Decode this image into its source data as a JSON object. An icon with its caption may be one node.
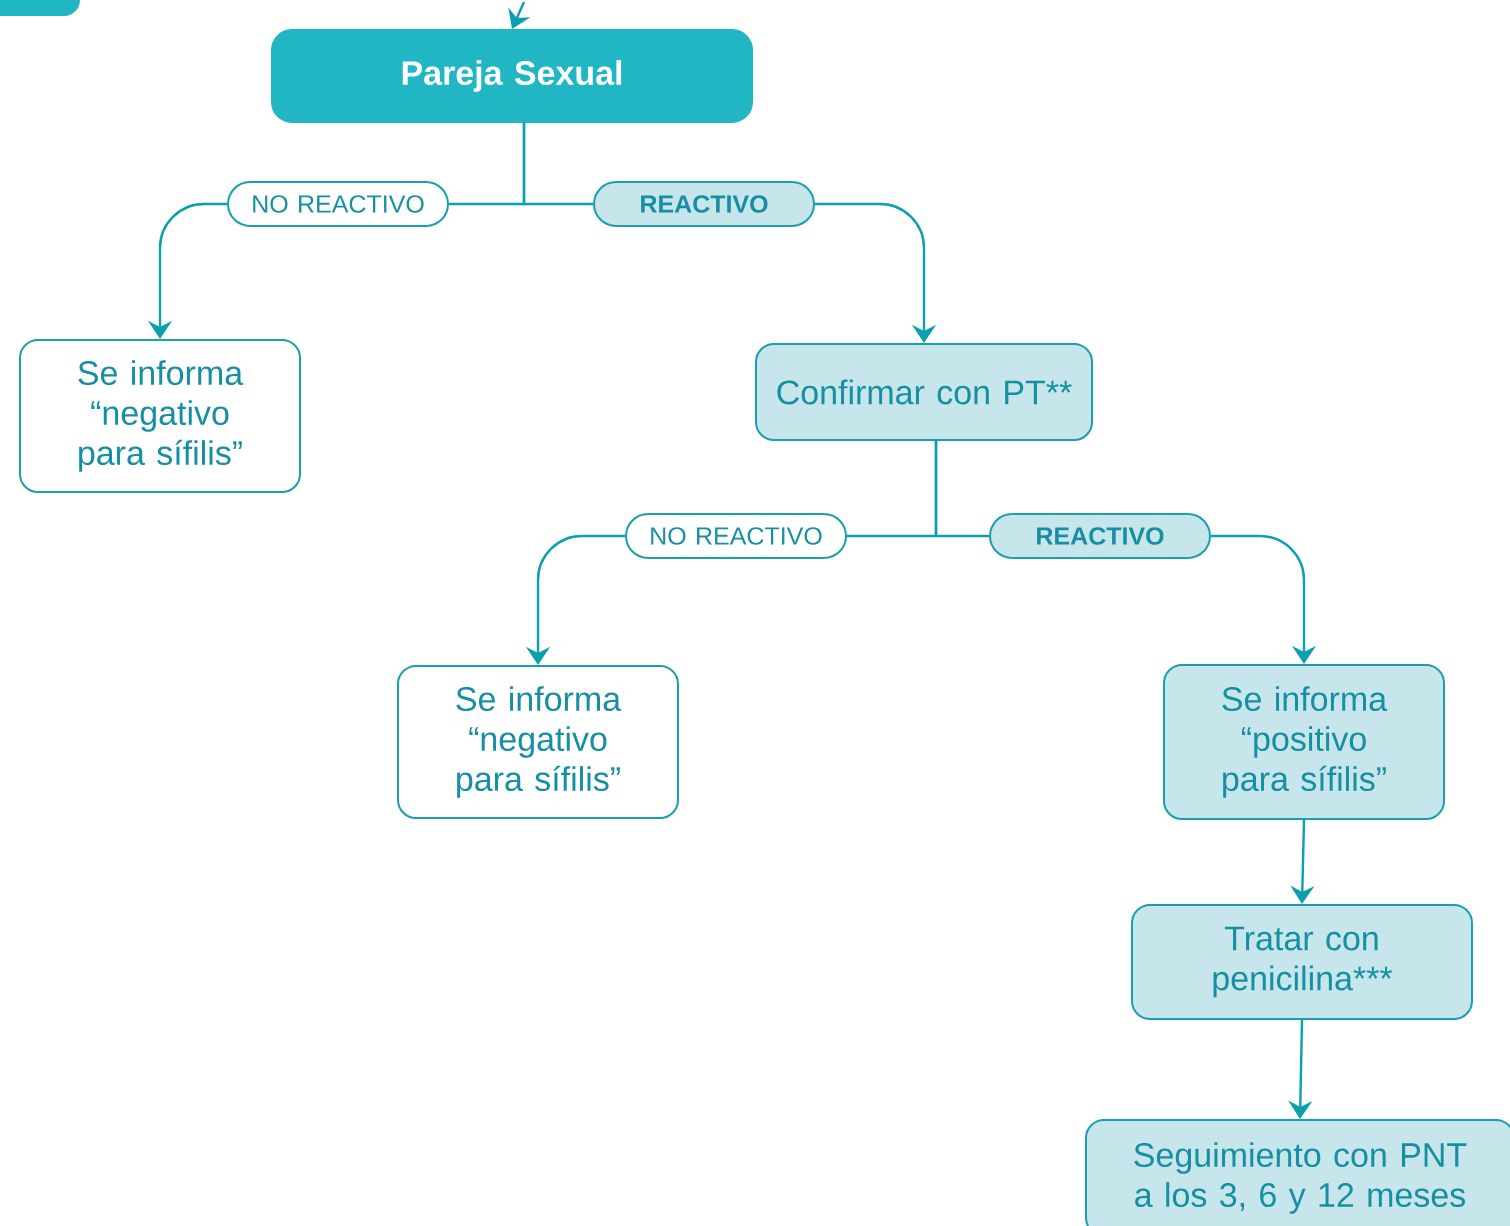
{
  "diagram": {
    "nodes": [
      {
        "text": [],
        "shape": "box"
      },
      {
        "text": [
          "Pareja Sexual"
        ]
      },
      {
        "text": [
          "NO REACTIVO"
        ]
      },
      {
        "text": [
          "REACTIVO"
        ]
      },
      {
        "text": [
          "Se informa “negativo para sífilis”"
        ]
      },
      {
        "text": [
          "Confirmar con PT**"
        ]
      },
      {
        "text": [
          "NO REACTIVO"
        ]
      },
      {
        "text": [
          "REACTIVO"
        ]
      },
      {
        "text": [
          "Se informa “negativo para sífilis”"
        ]
      },
      {
        "text": [
          "Se informa “positivo para sífilis”"
        ]
      },
      {
        "text": [
          "Tratar con penicilina***"
        ]
      },
      {
        "text": [
          "Seguimiento con PNT a los 3, 6 y 12 meses"
        ]
      }
    ],
    "edges": [
      {
        "from": null,
        "to": 1,
        "arrow": "to"
      },
      {
        "from": 1,
        "to": 2,
        "arrow": "none"
      },
      {
        "from": 1,
        "to": 3,
        "arrow": "none"
      },
      {
        "from": 2,
        "to": 4,
        "arrow": "to"
      },
      {
        "from": 3,
        "to": 5,
        "arrow": "to"
      },
      {
        "from": 5,
        "to": 6,
        "arrow": "none"
      },
      {
        "from": 5,
        "to": 7,
        "arrow": "none"
      },
      {
        "from": 6,
        "to": 8,
        "arrow": "to"
      },
      {
        "from": 7,
        "to": 9,
        "arrow": "to"
      },
      {
        "from": 9,
        "to": 10,
        "arrow": "to"
      },
      {
        "from": 10,
        "to": 11,
        "arrow": "to"
      }
    ]
  }
}
